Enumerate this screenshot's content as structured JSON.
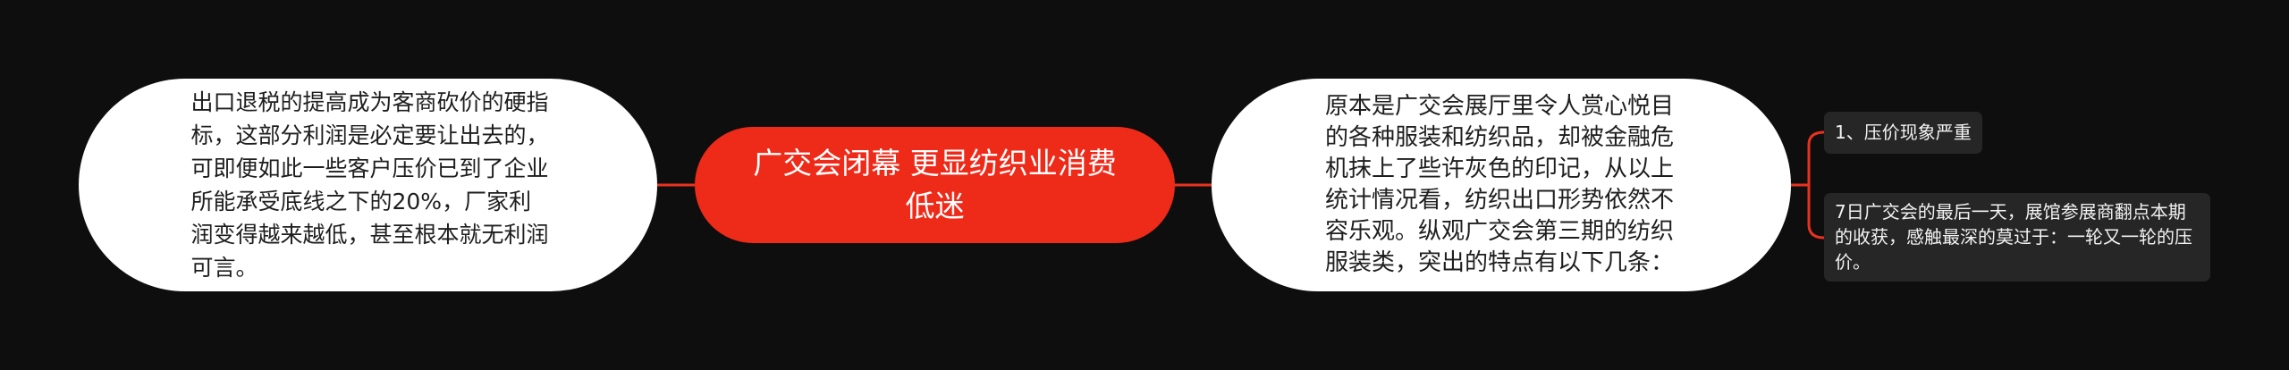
{
  "colors": {
    "background": "#0e0e0e",
    "root_fill": "#ee2a19",
    "branch_fill": "#ffffff",
    "leaf_fill": "#262626",
    "connector": "#e8321f"
  },
  "mindmap": {
    "root": {
      "label": "广交会闭幕 更显纺织业消费低迷"
    },
    "left_branch": {
      "label": "出口退税的提高成为客商砍价的硬指标，这部分利润是必定要让出去的，可即便如此一些客户压价已到了企业所能承受底线之下的20%，厂家利润变得越来越低，甚至根本就无利润可言。"
    },
    "right_branch": {
      "label": "原本是广交会展厅里令人赏心悦目的各种服装和纺织品，却被金融危机抹上了些许灰色的印记，从以上统计情况看，纺织出口形势依然不容乐观。纵观广交会第三期的纺织服装类，突出的特点有以下几条：",
      "children": [
        {
          "label": "1、压价现象严重"
        },
        {
          "label": "7日广交会的最后一天，展馆参展商翻点本期的收获，感触最深的莫过于：一轮又一轮的压价。"
        }
      ]
    }
  }
}
